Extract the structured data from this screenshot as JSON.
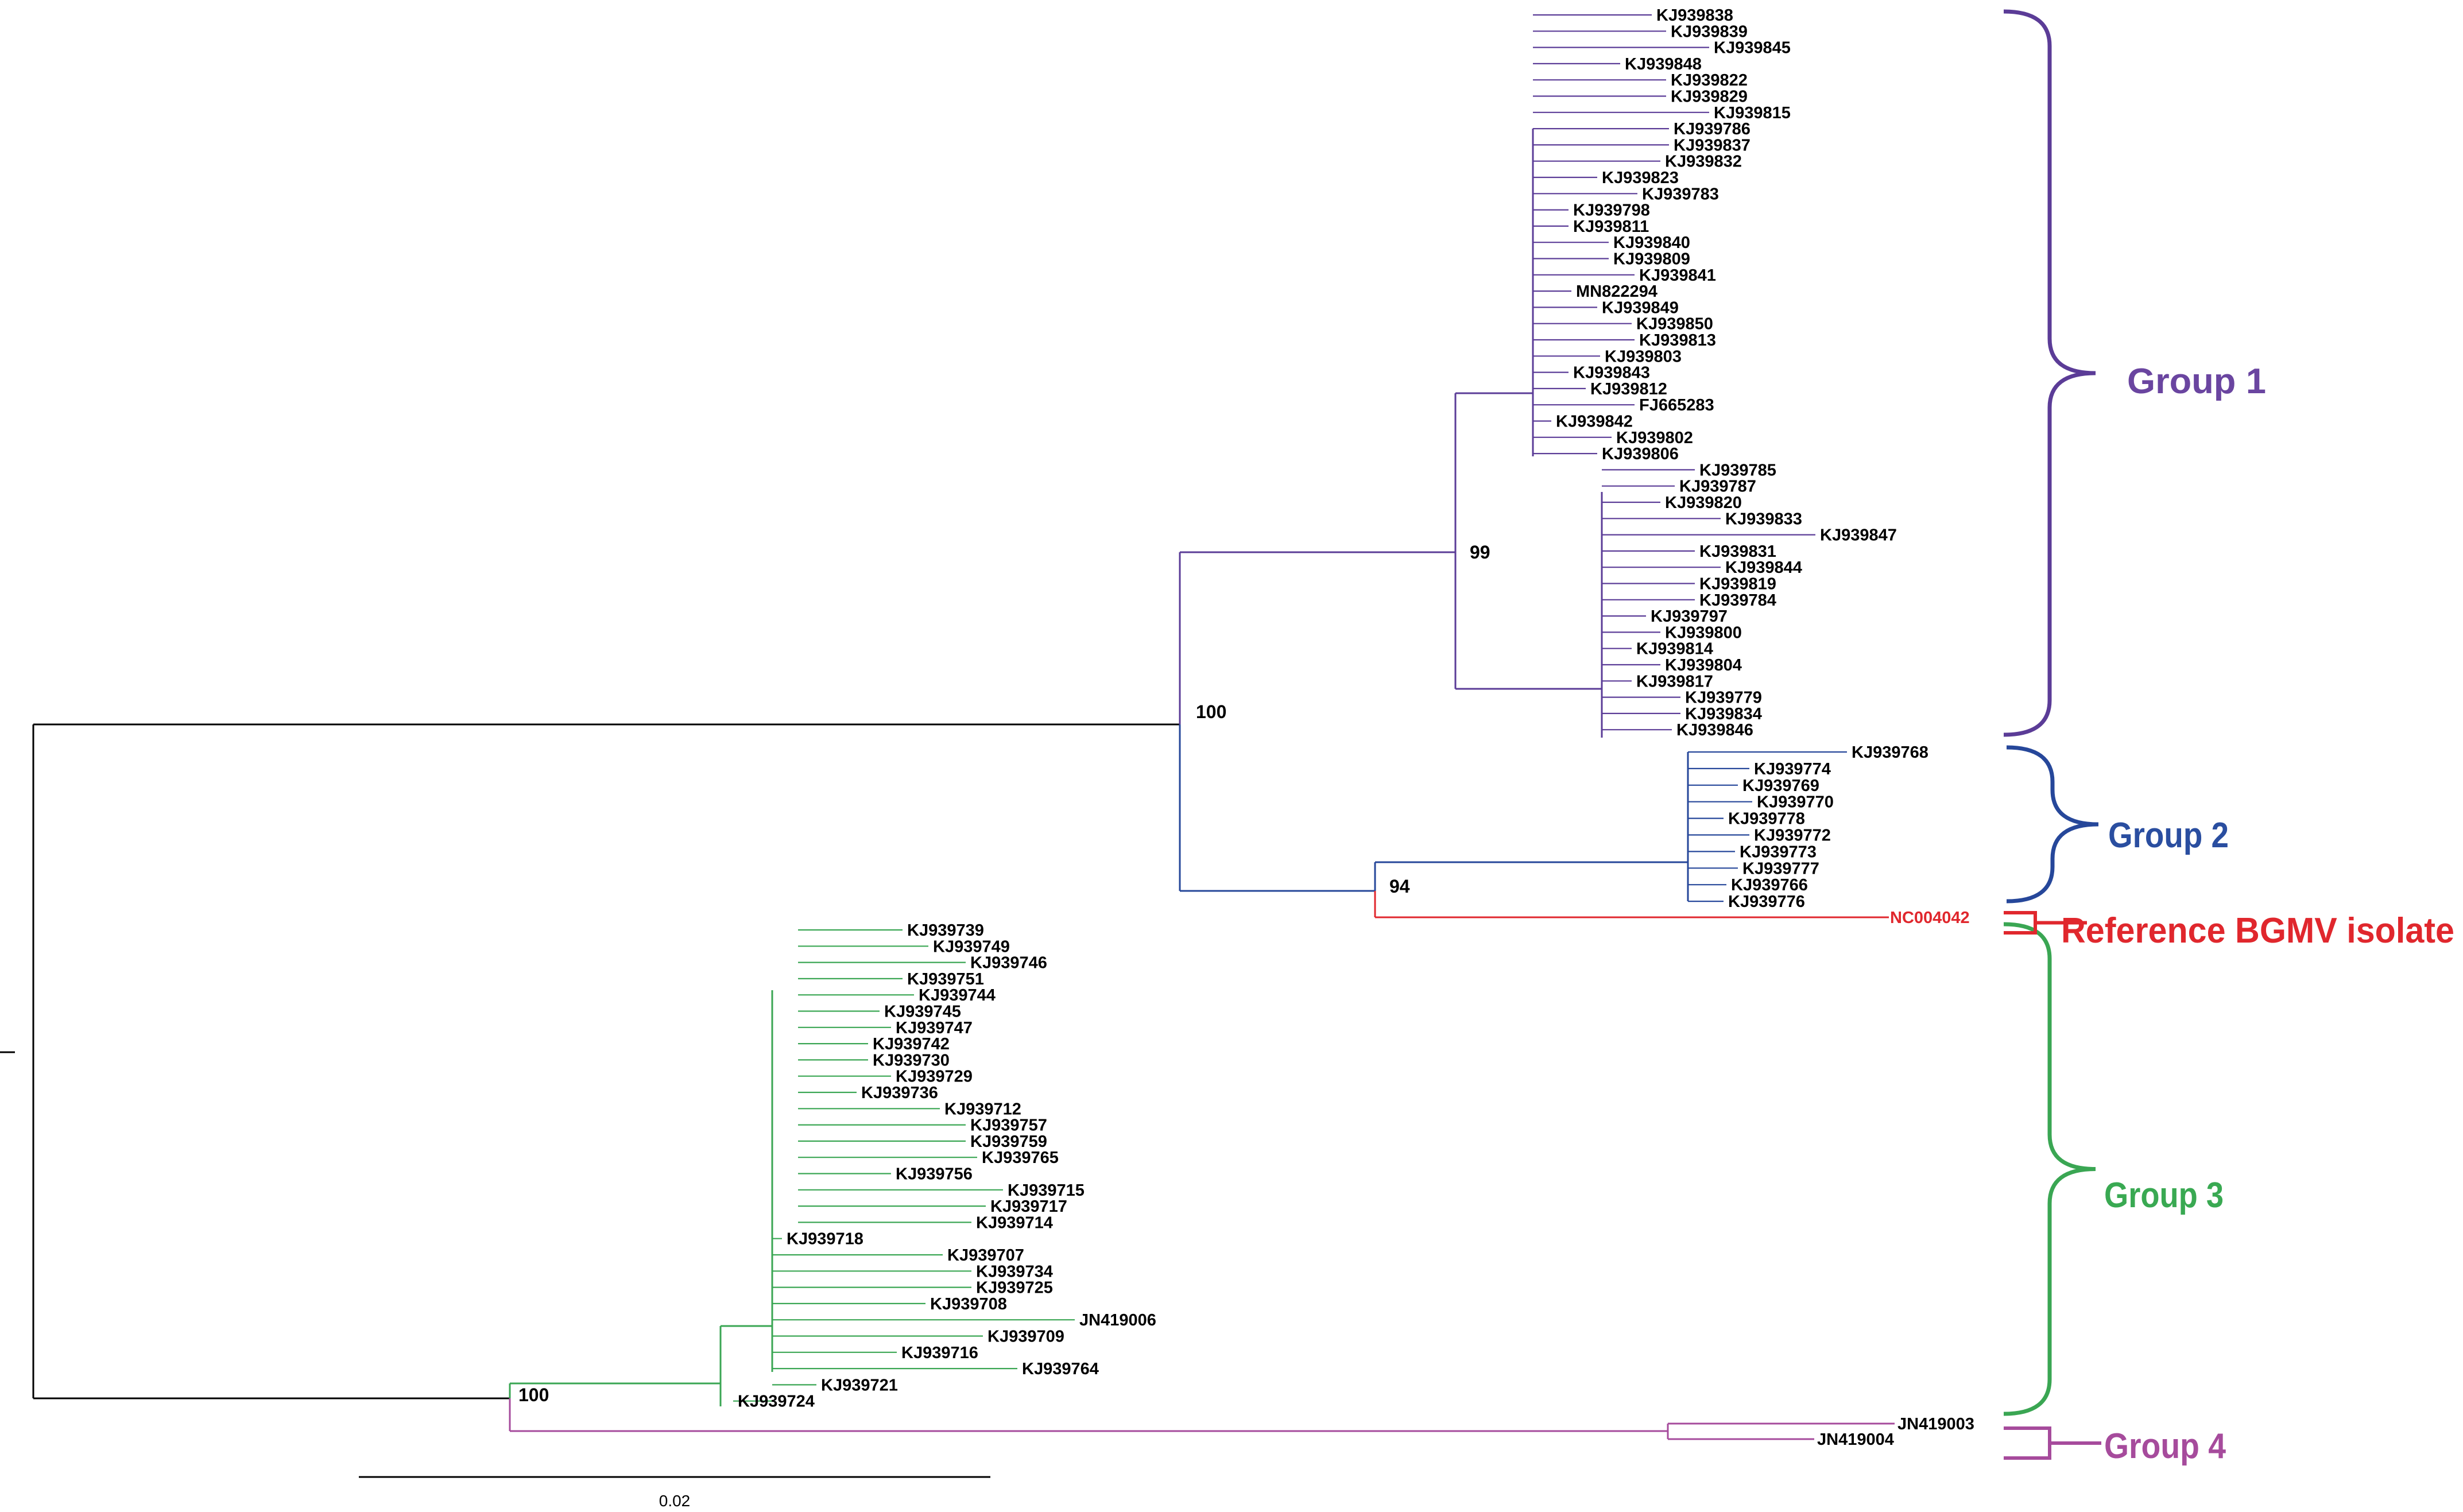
{
  "colors": {
    "backbone": "#000000",
    "group1": "#5b3c97",
    "group2": "#26479a",
    "reference": "#e0272d",
    "group3": "#3aa653",
    "group4": "#a64b9c",
    "bracket1": "#5b3c97",
    "bracket2": "#26479a",
    "bracket_ref": "#e0272d",
    "bracket3": "#3aa653",
    "bracket4": "#a64b9c"
  },
  "groups": [
    {
      "key": "g1",
      "label": "Group 1",
      "color": "#6a45a0"
    },
    {
      "key": "g2",
      "label": "Group 2",
      "color": "#2a4ea0"
    },
    {
      "key": "ref",
      "label": "Reference BGMV isolate",
      "color": "#e0272d"
    },
    {
      "key": "g3",
      "label": "Group 3",
      "color": "#39a952"
    },
    {
      "key": "g4",
      "label": "Group 4",
      "color": "#a64b9c"
    }
  ],
  "bootstrap": {
    "b100_top": "100",
    "b99": "99",
    "b94": "94",
    "b100_bottom": "100"
  },
  "scale_bar": {
    "label": "0.02",
    "value": 0.02
  },
  "leaves": {
    "g1": [
      "KJ939838",
      "KJ939839",
      "KJ939845",
      "KJ939848",
      "KJ939822",
      "KJ939829",
      "KJ939815",
      "KJ939786",
      "KJ939837",
      "KJ939832",
      "KJ939823",
      "KJ939783",
      "KJ939798",
      "KJ939811",
      "KJ939840",
      "KJ939809",
      "KJ939841",
      "MN822294",
      "KJ939849",
      "KJ939850",
      "KJ939813",
      "KJ939803",
      "KJ939843",
      "KJ939812",
      "FJ665283",
      "KJ939842",
      "KJ939802",
      "KJ939806",
      "KJ939785",
      "KJ939787",
      "KJ939820",
      "KJ939833",
      "KJ939847",
      "KJ939831",
      "KJ939844",
      "KJ939819",
      "KJ939784",
      "KJ939797",
      "KJ939800",
      "KJ939814",
      "KJ939804",
      "KJ939817",
      "KJ939779",
      "KJ939834",
      "KJ939846"
    ],
    "g2": [
      "KJ939768",
      "KJ939774",
      "KJ939769",
      "KJ939770",
      "KJ939778",
      "KJ939772",
      "KJ939773",
      "KJ939777",
      "KJ939766",
      "KJ939776"
    ],
    "ref": [
      "NC004042"
    ],
    "g3": [
      "KJ939739",
      "KJ939749",
      "KJ939746",
      "KJ939751",
      "KJ939744",
      "KJ939745",
      "KJ939747",
      "KJ939742",
      "KJ939730",
      "KJ939729",
      "KJ939736",
      "KJ939712",
      "KJ939757",
      "KJ939759",
      "KJ939765",
      "KJ939756",
      "KJ939715",
      "KJ939717",
      "KJ939714",
      "KJ939718",
      "KJ939707",
      "KJ939734",
      "KJ939725",
      "KJ939708",
      "JN419006",
      "KJ939709",
      "KJ939716",
      "KJ939764",
      "KJ939721",
      "KJ939724"
    ],
    "g4": [
      "JN419003",
      "JN419004"
    ]
  }
}
